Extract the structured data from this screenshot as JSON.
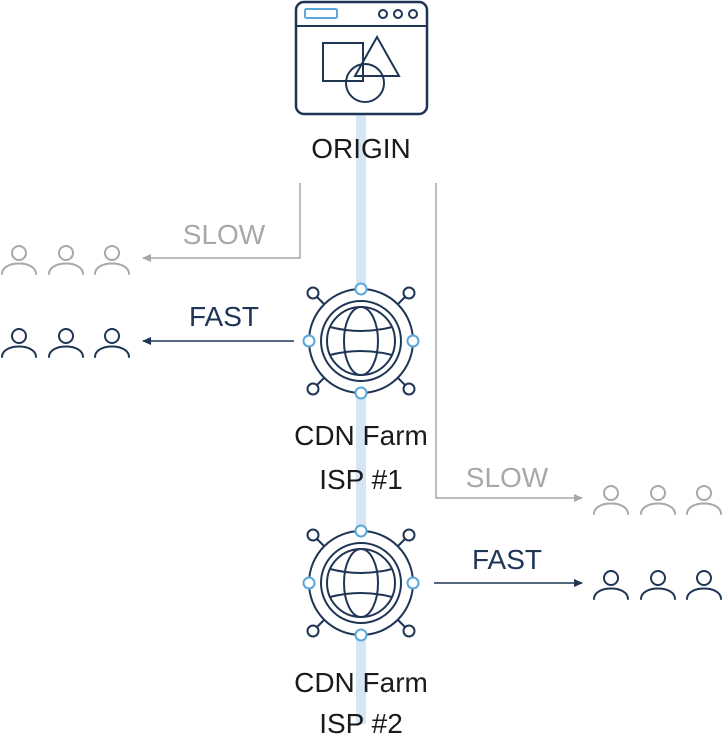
{
  "diagram": {
    "origin": {
      "label": "ORIGIN"
    },
    "cdn_1": {
      "line1": "CDN Farm",
      "line2": "ISP #1"
    },
    "cdn_2": {
      "line1": "CDN Farm",
      "line2": "ISP #2"
    },
    "edges": {
      "slow_left": "SLOW",
      "fast_left": "FAST",
      "slow_right": "SLOW",
      "fast_right": "FAST"
    }
  },
  "colors": {
    "dark": "#1f3556",
    "gray": "#a8a8a8",
    "spine": "#d6e6f5",
    "node_accent": "#5aa7dc"
  },
  "icons": [
    "browser-window-icon",
    "globe-hub-icon",
    "user-icon"
  ]
}
